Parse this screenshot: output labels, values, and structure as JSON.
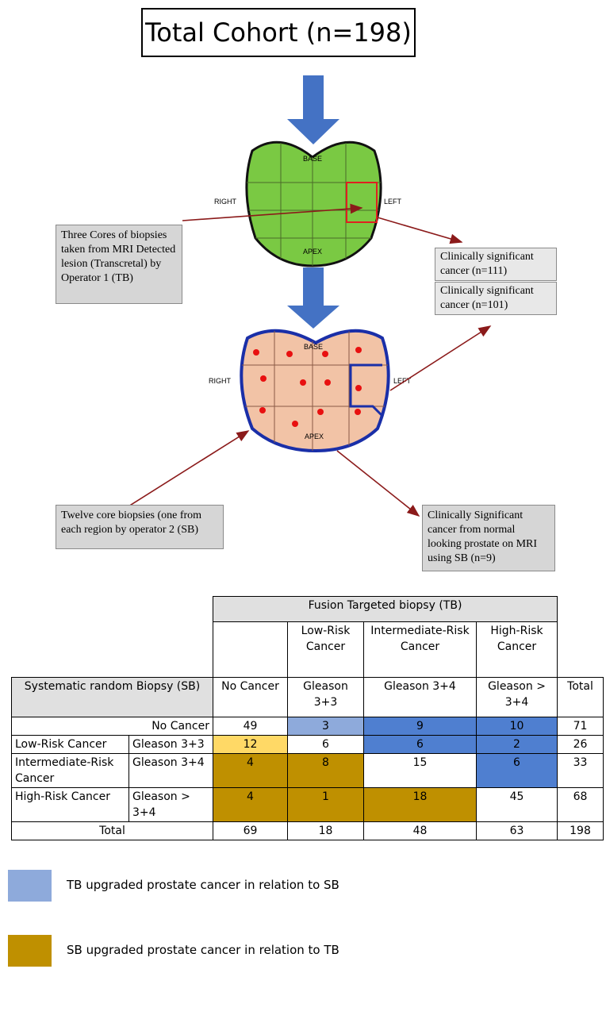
{
  "title": "Total Cohort (n=198)",
  "prostate1": {
    "base": "BASE",
    "apex": "APEX",
    "right": "RIGHT",
    "left": "LEFT"
  },
  "prostate2": {
    "base": "BASE",
    "apex": "APEX",
    "right": "RIGHT",
    "left": "LEFT"
  },
  "tb_box": "Three Cores of biopsies taken from MRI Detected lesion (Transcretal) by Operator 1 (TB)",
  "cs_box1": "Clinically significant cancer (n=111)",
  "cs_box2": "Clinically significant cancer (n=101)",
  "sb_box": "Twelve core biopsies (one from each region by operator 2 (SB)",
  "sb_cs_box": "Clinically Significant cancer from normal looking prostate on MRI using SB (n=9)",
  "table": {
    "tb_header": "Fusion Targeted biopsy (TB)",
    "tb_cols": [
      {
        "risk": "",
        "label": "No Cancer"
      },
      {
        "risk": "Low-Risk Cancer",
        "label": "Gleason 3+3"
      },
      {
        "risk": "Intermediate-Risk Cancer",
        "label": "Gleason 3+4"
      },
      {
        "risk": "High-Risk Cancer",
        "label": "Gleason > 3+4"
      }
    ],
    "total_label": "Total",
    "sb_header": "Systematic random Biopsy (SB)",
    "rows": [
      {
        "risk": "",
        "label": "No Cancer",
        "values": [
          "49",
          "3",
          "9",
          "10"
        ],
        "total": "71"
      },
      {
        "risk": "Low-Risk Cancer",
        "label": "Gleason 3+3",
        "values": [
          "12",
          "6",
          "6",
          "2"
        ],
        "total": "26"
      },
      {
        "risk": "Intermediate-Risk Cancer",
        "label": "Gleason 3+4",
        "values": [
          "4",
          "8",
          "15",
          "6"
        ],
        "total": "33"
      },
      {
        "risk": "High-Risk Cancer",
        "label": "Gleason > 3+4",
        "values": [
          "4",
          "1",
          "18",
          "45"
        ],
        "total": "68"
      }
    ],
    "col_totals": [
      "69",
      "18",
      "48",
      "63"
    ],
    "grand_total": "198"
  },
  "legend": [
    {
      "color": "#8eaadb",
      "text": "TB upgraded prostate cancer in relation to SB"
    },
    {
      "color": "#bf9000",
      "text": "SB upgraded prostate cancer in relation to TB"
    }
  ]
}
